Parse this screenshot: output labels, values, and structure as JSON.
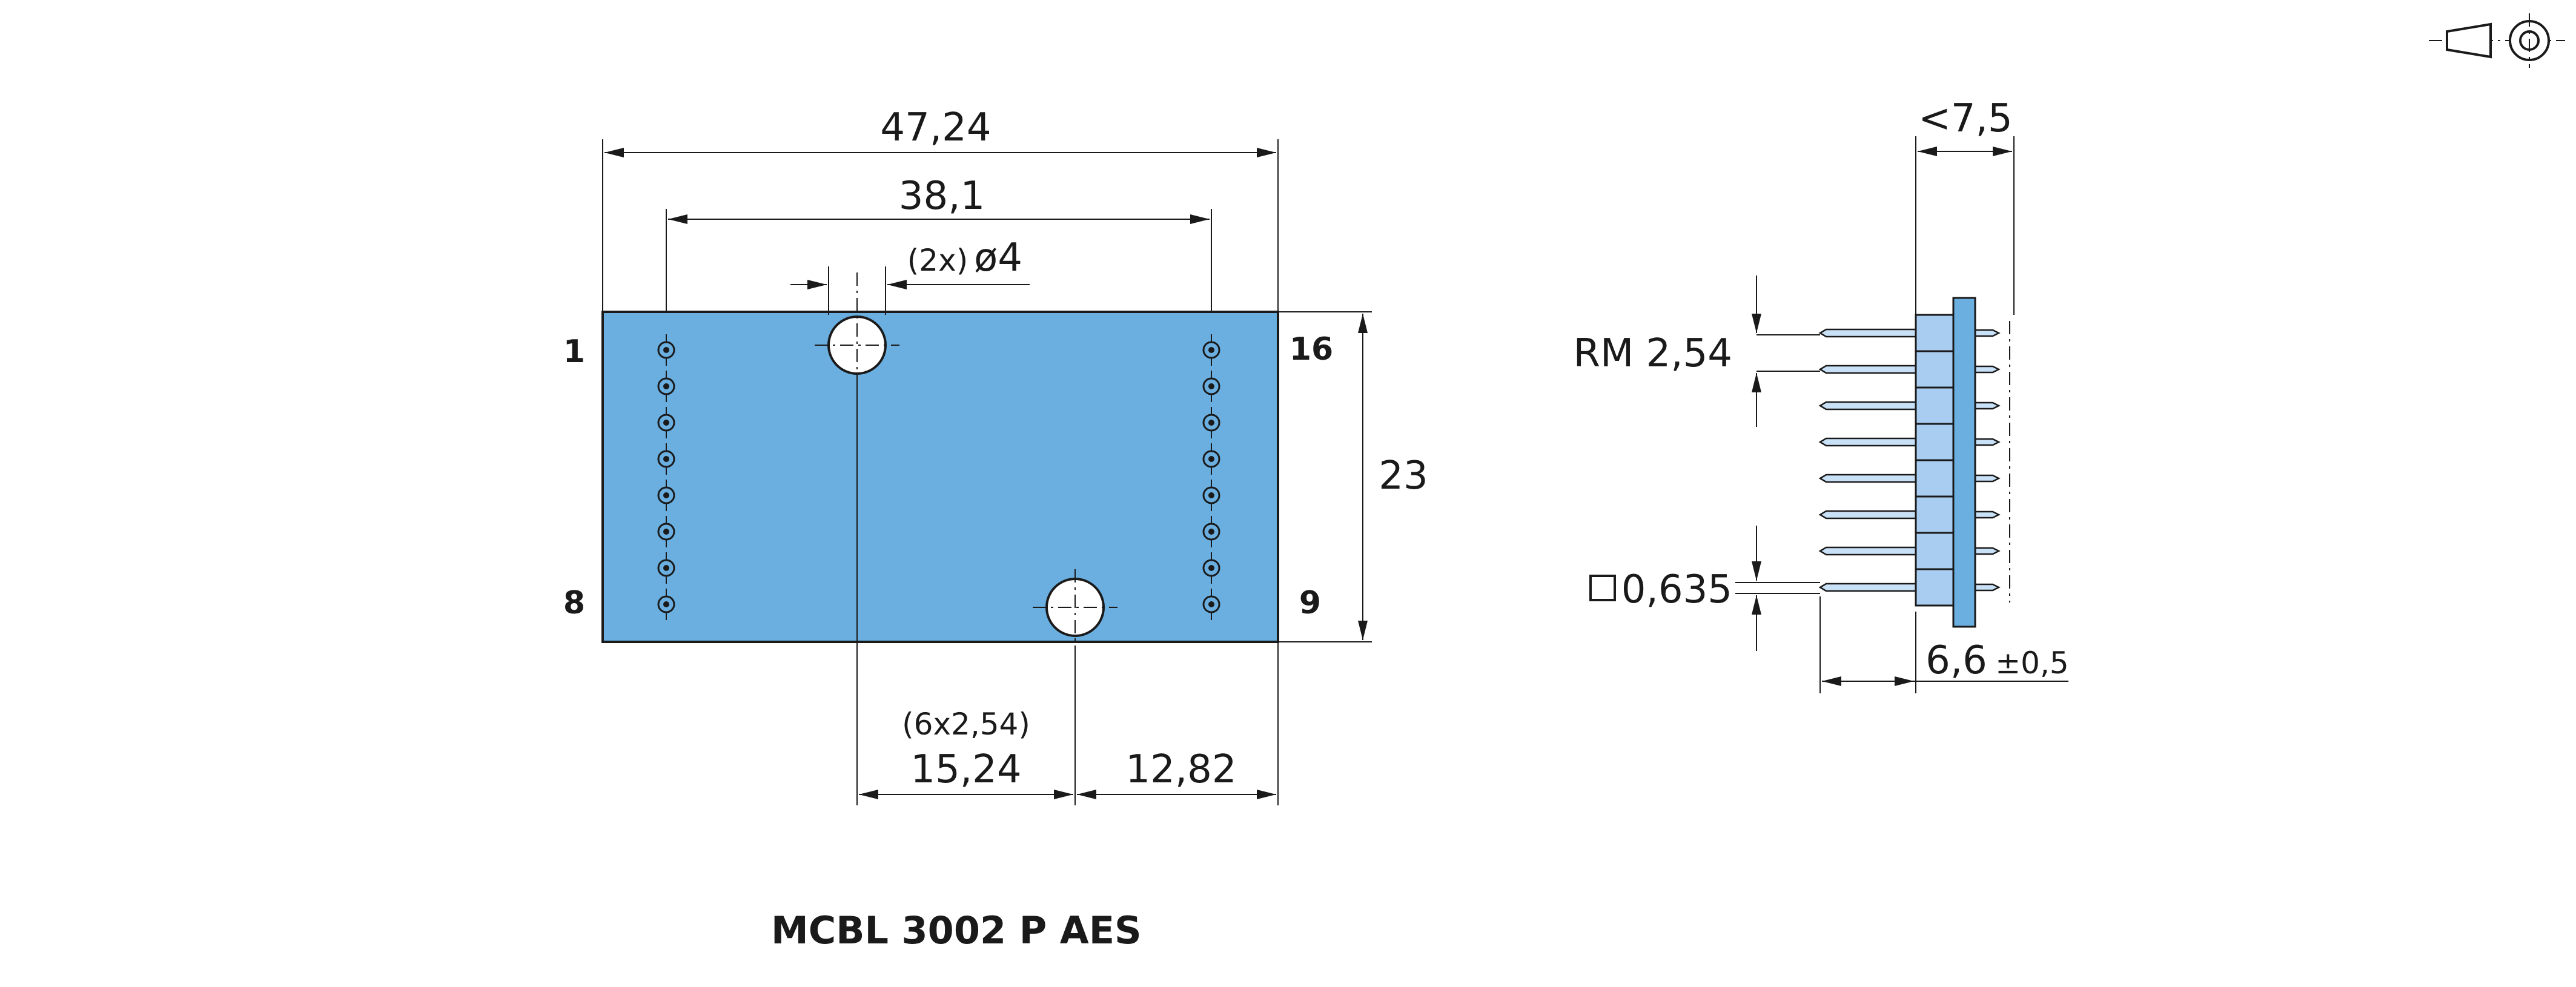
{
  "front_view": {
    "dim_width": "47,24",
    "dim_pin_row_spacing": "38,1",
    "dim_hole_prefix": "(2x)",
    "dim_hole": "ø4",
    "dim_height": "23",
    "dim_hole_spacing_note": "(6x2,54)",
    "dim_hole_spacing": "15,24",
    "dim_right_offset": "12,82",
    "pin_labels": {
      "top_left": "1",
      "bottom_left": "8",
      "top_right": "16",
      "bottom_right": "9"
    }
  },
  "side_view": {
    "dim_max_thickness": "<7,5",
    "dim_pitch": "RM 2,54",
    "dim_pin_square": "0,635",
    "dim_pin_length": "6,6",
    "dim_pin_length_tol": "±0,5"
  },
  "product_label": "MCBL 3002 P AES",
  "projection_symbol": "first-angle-projection-icon"
}
